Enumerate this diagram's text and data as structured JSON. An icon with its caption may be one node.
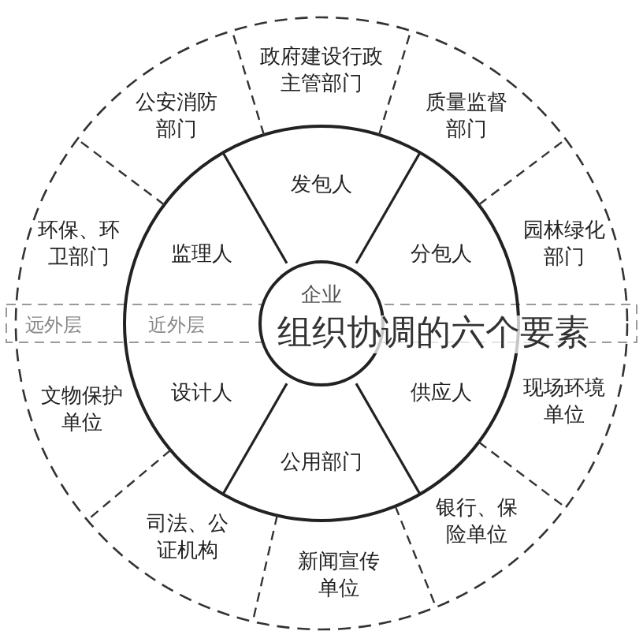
{
  "diagram": {
    "title": "组织协调的六个要素",
    "nodes": [
      {
        "text": [
          "企业"
        ]
      },
      {
        "text": [
          "发包人"
        ]
      },
      {
        "text": [
          "分包人"
        ]
      },
      {
        "text": [
          "供应人"
        ]
      },
      {
        "text": [
          "公用部门"
        ]
      },
      {
        "text": [
          "设计人"
        ]
      },
      {
        "text": [
          "监理人"
        ]
      },
      {
        "text": [
          "政府建设行政主管部门"
        ]
      },
      {
        "text": [
          "质量监督部门"
        ]
      },
      {
        "text": [
          "园林绿化部门"
        ]
      },
      {
        "text": [
          "现场环境单位"
        ]
      },
      {
        "text": [
          "银行、保险单位"
        ]
      },
      {
        "text": [
          "新闻宣传单位"
        ]
      },
      {
        "text": [
          "司法、公证机构"
        ]
      },
      {
        "text": [
          "文物保护单位"
        ]
      },
      {
        "text": [
          "环保、环卫部门"
        ]
      },
      {
        "text": [
          "公安消防部门"
        ]
      }
    ],
    "edges": [],
    "labels": [
      "远外层",
      "近外层"
    ]
  }
}
